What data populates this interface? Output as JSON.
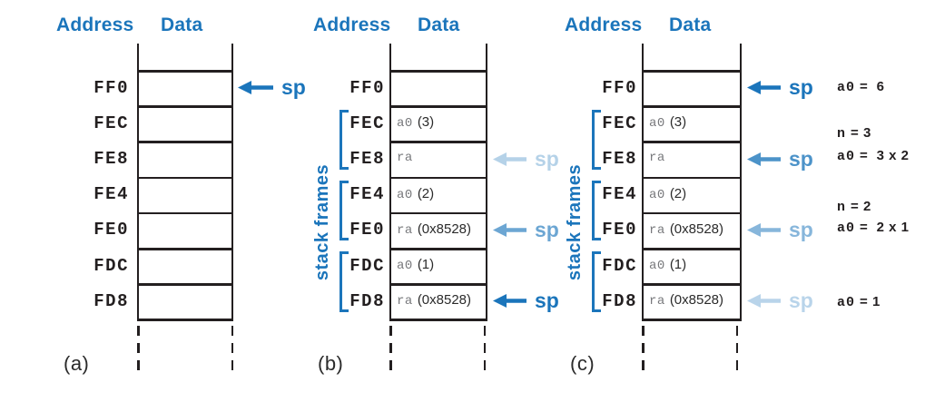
{
  "colors": {
    "accent_blue": "#1b75bb",
    "ink_black": "#231f20",
    "register_gray": "#77787b",
    "sp_fade_light": "#bdd0ec",
    "sp_fade_mid": "#6d9cd4"
  },
  "column_headers": {
    "address": "Address",
    "data": "Data"
  },
  "sp_label": "sp",
  "stack_frames_label": "stack frames",
  "addresses": [
    "FF0",
    "FEC",
    "FE8",
    "FE4",
    "FE0",
    "FDC",
    "FD8"
  ],
  "cell_values": [
    {
      "address": "FEC",
      "reg": "a0",
      "note": "(3)"
    },
    {
      "address": "FE8",
      "reg": "ra",
      "note": ""
    },
    {
      "address": "FE4",
      "reg": "a0",
      "note": "(2)"
    },
    {
      "address": "FE0",
      "reg": "ra",
      "note": "(0x8528)"
    },
    {
      "address": "FDC",
      "reg": "a0",
      "note": "(1)"
    },
    {
      "address": "FD8",
      "reg": "ra",
      "note": "(0x8528)"
    }
  ],
  "panels": [
    {
      "caption": "(a)",
      "sp_marker_rows": [
        "FF0"
      ]
    },
    {
      "caption": "(b)",
      "sp_marker_rows": [
        "FE8",
        "FE0",
        "FD8"
      ]
    },
    {
      "caption": "(c)",
      "sp_marker_rows": [
        "FF0",
        "FE8",
        "FE0",
        "FD8"
      ],
      "annotations": [
        {
          "reg": "a0",
          "rest": "=  6"
        },
        {
          "reg": "n",
          "rest": "= 3"
        },
        {
          "reg": "a0",
          "rest": "=  3 x 2"
        },
        {
          "reg": "n",
          "rest": "= 2"
        },
        {
          "reg": "a0",
          "rest": "=  2 x 1"
        },
        {
          "reg": "a0",
          "rest": "= 1"
        }
      ]
    }
  ]
}
